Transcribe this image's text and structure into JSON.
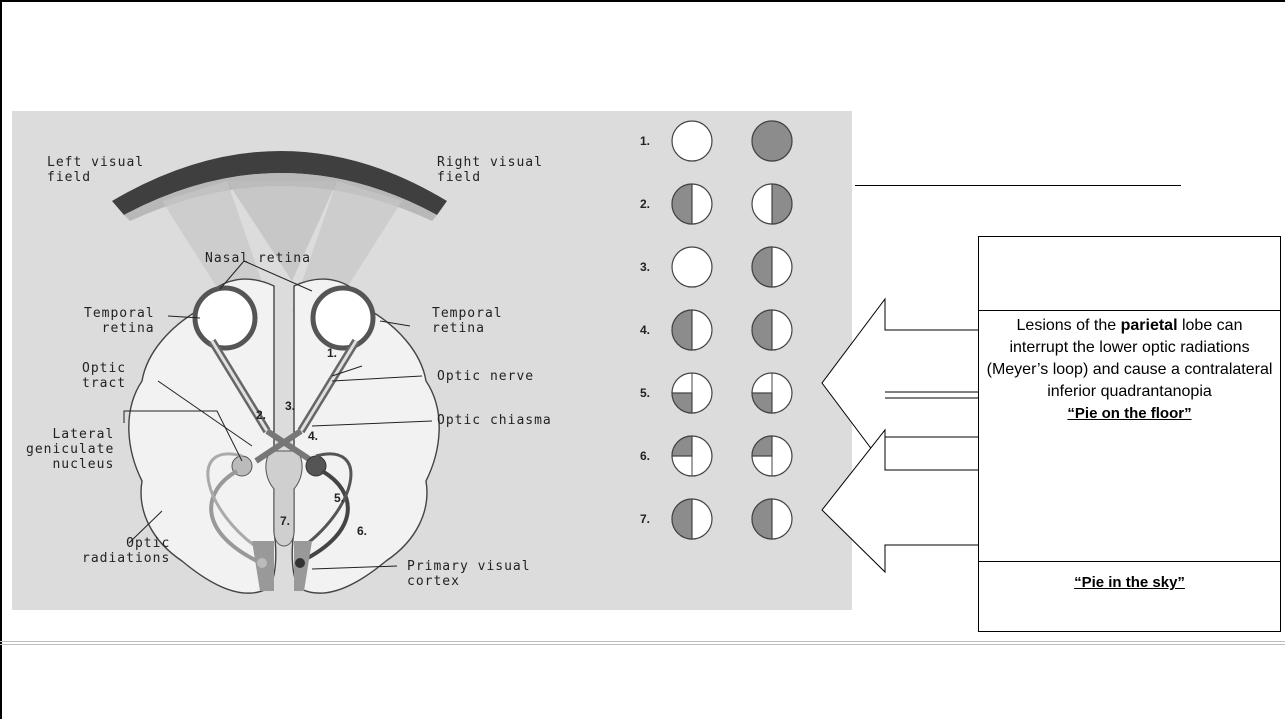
{
  "figure": {
    "labels": {
      "left_visual_field": "Left visual\nfield",
      "right_visual_field": "Right visual\nfield",
      "nasal_retina": "Nasal retina",
      "temporal_retina_left": "Temporal\nretina",
      "temporal_retina_right": "Temporal\nretina",
      "optic_tract": "Optic\ntract",
      "optic_nerve": "Optic nerve",
      "optic_chiasma": "Optic chiasma",
      "lateral_geniculate_nucleus": "Lateral\ngeniculate\nnucleus",
      "optic_radiations": "Optic\nradiations",
      "primary_visual_cortex": "Primary visual\ncortex"
    },
    "lesion_numbers": [
      "1.",
      "2.",
      "3.",
      "4.",
      "5.",
      "6.",
      "7."
    ],
    "field_defects": [
      {
        "number": "1.",
        "left": "none",
        "right": "full"
      },
      {
        "number": "2.",
        "left": "left-half",
        "right": "right-half"
      },
      {
        "number": "3.",
        "left": "none",
        "right": "left-half"
      },
      {
        "number": "4.",
        "left": "left-half",
        "right": "left-half"
      },
      {
        "number": "5.",
        "left": "lower-left-quadrant",
        "right": "lower-left-quadrant"
      },
      {
        "number": "6.",
        "left": "upper-left-quadrant",
        "right": "upper-left-quadrant"
      },
      {
        "number": "7.",
        "left": "left-half",
        "right": "left-half"
      }
    ],
    "colors": {
      "background": "#dcdcdc",
      "defect_fill": "#8c8c8c",
      "field_arc": "#404040"
    }
  },
  "callout": {
    "text_part1": "Lesions of the ",
    "text_bold": "parietal",
    "text_part2": " lobe can interrupt the lower optic radiations (Meyer’s loop) and cause a contralateral inferior quadrantanopia",
    "pie_floor": "“Pie on the floor”",
    "pie_sky": "“Pie in the sky”"
  }
}
